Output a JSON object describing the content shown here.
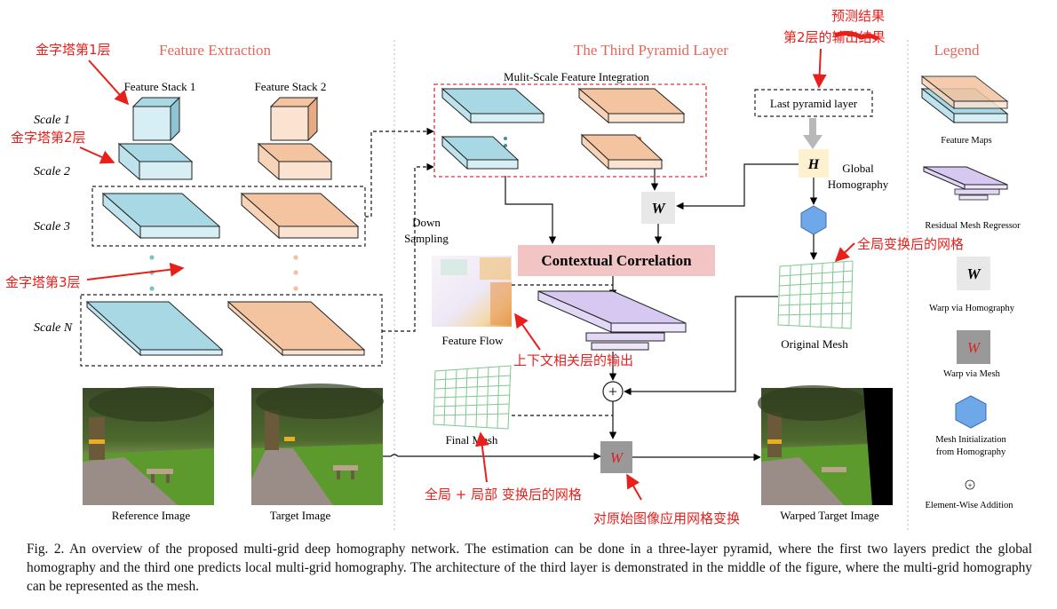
{
  "headers": {
    "feature_extraction": "Feature Extraction",
    "third_layer": "The Third Pyramid Layer",
    "legend": "Legend"
  },
  "feature_extraction": {
    "stack1": "Feature Stack 1",
    "stack2": "Feature Stack 2",
    "scale1": "Scale 1",
    "scale2": "Scale 2",
    "scale3": "Scale 3",
    "scaleN": "Scale N",
    "reference_image": "Reference Image",
    "target_image": "Target Image"
  },
  "middle": {
    "integration": "Mulit-Scale Feature Integration",
    "down_sampling_1": "Down",
    "down_sampling_2": "Sampling",
    "contextual_correlation": "Contextual Correlation",
    "feature_flow": "Feature Flow",
    "final_mesh": "Final Mesh",
    "warp_symbol": "W",
    "plus_symbol": "+"
  },
  "right": {
    "last_pyramid_layer": "Last pyramid layer",
    "h_symbol": "H",
    "global_homography_1": "Global",
    "global_homography_2": "Homography",
    "original_mesh": "Original Mesh",
    "warped_target_image": "Warped Target Image"
  },
  "legend": {
    "feature_maps": "Feature Maps",
    "residual_mesh_regressor": "Residual Mesh Regressor",
    "warp_homography": "Warp via Homography",
    "warp_mesh": "Warp via Mesh",
    "mesh_init_1": "Mesh  Initialization",
    "mesh_init_2": "from Homography",
    "elementwise_addition": "Element-Wise Addition",
    "w_symbol": "W",
    "plus_symbol": "+"
  },
  "annotations": {
    "pyramid_layer1": "金字塔第1层",
    "pyramid_layer2": "金字塔第2层",
    "pyramid_layer3": "金字塔第3层",
    "prediction_1": "预测结果",
    "prediction_2": "第2层的输出结果",
    "global_mesh": "全局变换后的网格",
    "contextual_output": "上下文相关层的输出",
    "global_local_mesh": "全局 + 局部 变换后的网格",
    "apply_mesh": "对原始图像应用网格变换"
  },
  "caption": "Fig. 2.  An overview of the proposed multi-grid deep homography network. The estimation can be done in a three-layer pyramid, where the first two layers predict the global homography and the third one predicts local multi-grid homography. The architecture of the third layer is demonstrated in the middle of the figure, where the multi-grid homography can be represented as the mesh.",
  "colors": {
    "blue_top": "#a8d8e4",
    "blue_side": "#d6eef4",
    "orange_top": "#f4c3a0",
    "orange_side": "#fbe3d2",
    "purple": "#d6c8f0",
    "contextual_box": "#f2c4c4",
    "h_box": "#fdf1d0",
    "hexagon": "#6fa8e8",
    "annotation_red": "#e8201c"
  }
}
